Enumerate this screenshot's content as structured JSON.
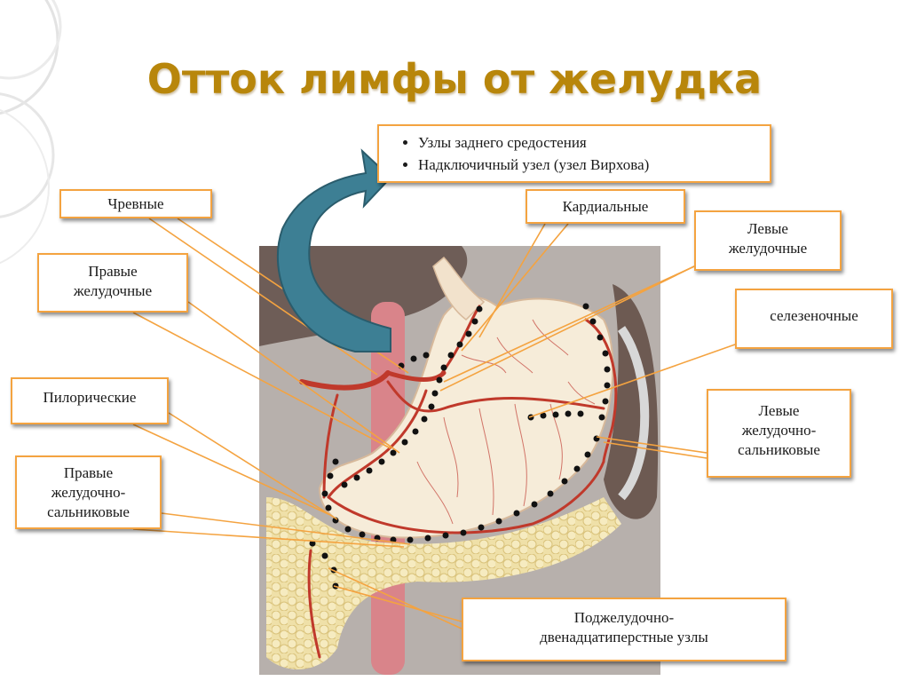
{
  "title": "Отток лимфы от желудка",
  "top_box": {
    "items": [
      "Узлы заднего средостения",
      "Надключичный узел (узел Вирхова)"
    ]
  },
  "labels": {
    "chrevnye": "Чревные",
    "pravye_zheludochnye": "Правые\nжелудочные",
    "piloricheskie": "Пилорические",
    "pravye_zheludochno_salnikovye": "Правые\nжелудочно-\nсальниковые",
    "kardialnye": "Кардиальные",
    "levye_zheludochnye": "Левые\nжелудочные",
    "selezenochnye": "селезеночные",
    "levye_zheludochno_salnikovye": "Левые\nжелудочно-\nсальниковые",
    "podzheludochno_dvenadtsatiperstnye": "Поджелудочно-\nдвенадцатиперстные узлы"
  },
  "colors": {
    "title": "#b8860b",
    "label_border": "#f4a340",
    "leader_line": "#f4a340",
    "arrow": "#3d7f94",
    "node_dot": "#111111",
    "stomach": "#f6ecd9",
    "vessel": "#c0392b",
    "pancreas": "#efe0a8",
    "spleen": "#6d5a52"
  }
}
